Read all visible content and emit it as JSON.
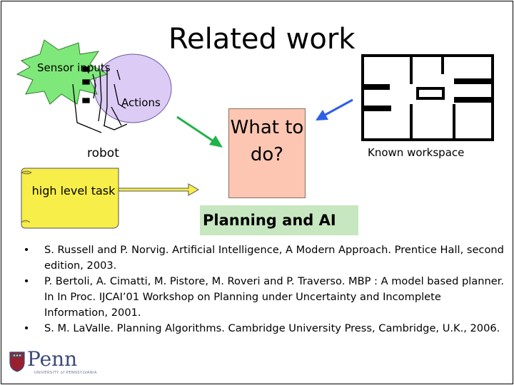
{
  "slide": {
    "title": "Related work"
  },
  "diagram": {
    "sensor_inputs_label": "Sensor inputs",
    "actions_label": "Actions",
    "robot_label": "robot",
    "task_label": "high level task",
    "what_to_do_label": "What to do?",
    "known_workspace_label": "Known workspace",
    "planning_label": "Planning and AI",
    "colors": {
      "star_fill": "#7fe87a",
      "ellipse_fill": "#dccbf5",
      "note_fill": "#f7ee4a",
      "what_box_fill": "#fcc6b2",
      "planning_fill": "#c7e7c0",
      "green_arrow": "#1fb34a",
      "blue_arrow": "#2f5fe8"
    }
  },
  "references": [
    {
      "bullet": "•",
      "text": "S. Russell and P. Norvig. Artificial Intelligence, A Modern Approach. Prentice Hall, second edition, 2003."
    },
    {
      "bullet": "•",
      "text": "P. Bertoli, A. Cimatti, M. Pistore, M. Roveri and P. Traverso. MBP : A model based planner. In In Proc. IJCAI’01 Workshop on Planning under Uncertainty and Incomplete Information, 2001."
    },
    {
      "bullet": "•",
      "text": "S. M. LaValle. Planning Algorithms. Cambridge University Press, Cambridge, U.K., 2006."
    }
  ],
  "logo": {
    "name": "Penn",
    "subtitle": "UNIVERSITY of PENNSYLVANIA"
  }
}
